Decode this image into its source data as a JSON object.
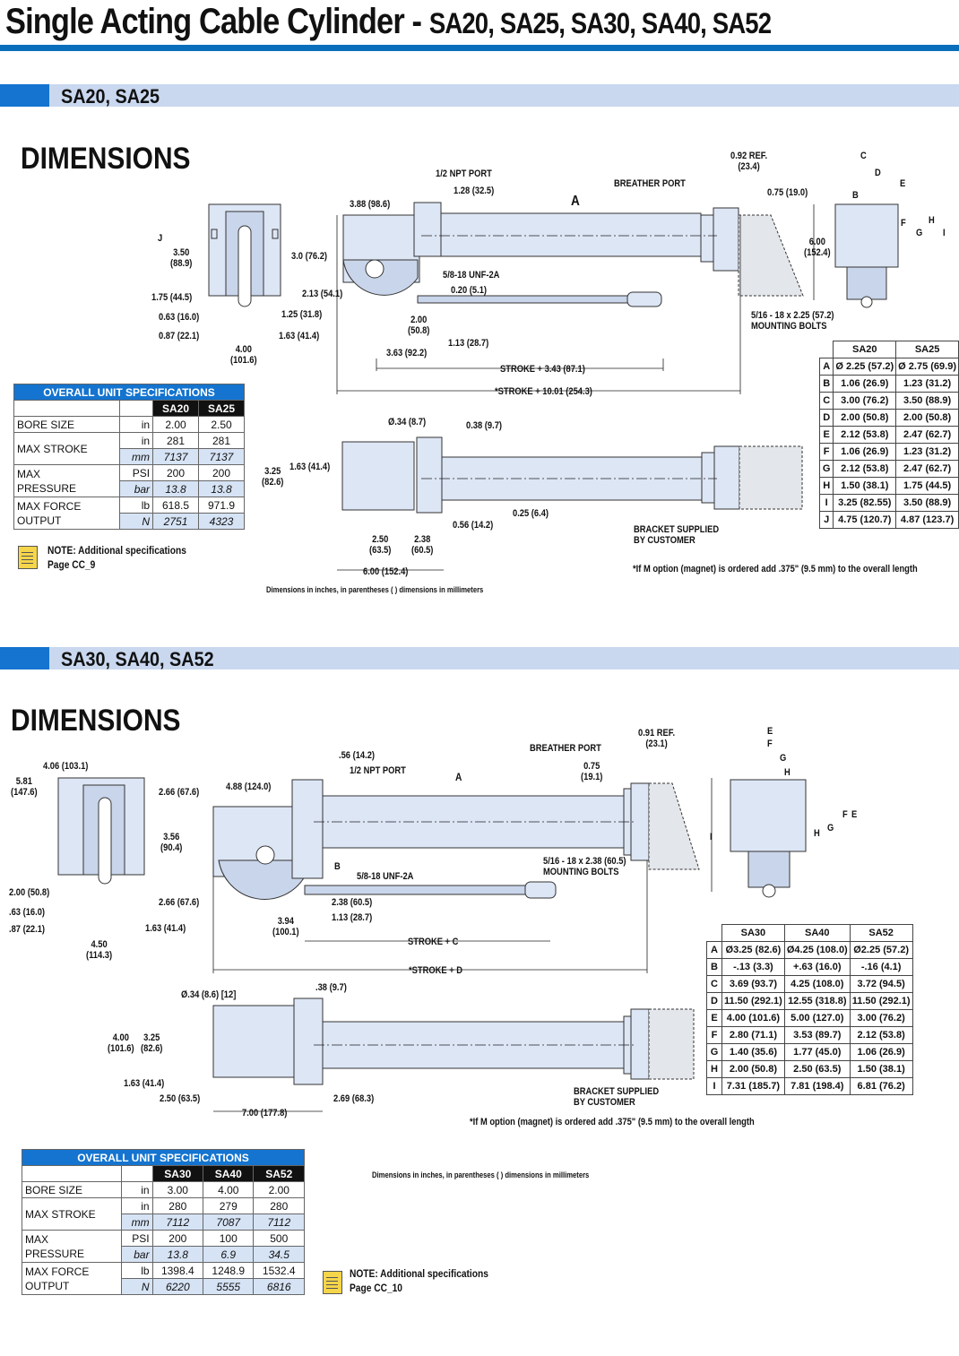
{
  "page": {
    "title_main": "Single Acting Cable Cylinder - ",
    "title_models": "SA20, SA25, SA30, SA40, SA52"
  },
  "sec1": {
    "bar": "SA20, SA25",
    "heading": "DIMENSIONS",
    "labels": {
      "npt": "1/2 NPT PORT",
      "npt_dim": "1.28 (32.5)",
      "a": "A",
      "breather": "BREATHER PORT",
      "ref": "0.92 REF.",
      "ref_mm": "(23.4)",
      "b075": "0.75 (19.0)",
      "c": "C",
      "d": "D",
      "e": "E",
      "b": "B",
      "f": "F",
      "g": "G",
      "h": "H",
      "i": "I",
      "j": "J",
      "d388": "3.88 (98.6)",
      "d30": "3.0 (76.2)",
      "d350": "3.50",
      "d350mm": "(88.9)",
      "d600": "6.00",
      "d600mm": "(152.4)",
      "unf": "5/8-18 UNF-2A",
      "d020": "0.20 (5.1)",
      "d213": "2.13 (54.1)",
      "d125": "1.25 (31.8)",
      "d175": "1.75 (44.5)",
      "d063": "0.63 (16.0)",
      "d087": "0.87 (22.1)",
      "d163": "1.63 (41.4)",
      "d400": "4.00",
      "d400mm": "(101.6)",
      "d200": "2.00",
      "d200mm": "(50.8)",
      "d113": "1.13 (28.7)",
      "d363": "3.63 (92.2)",
      "mb1": "5/16 - 18 x 2.25 (57.2)",
      "mb2": "MOUNTING BOLTS",
      "stroke1": "STROKE + 3.43 (87.1)",
      "stroke2": "*STROKE + 10.01 (254.3)",
      "dia": "Ø.34 (8.7)",
      "d038": "0.38 (9.7)",
      "d163b": "1.63 (41.4)",
      "d325": "3.25",
      "d325mm": "(82.6)",
      "d025": "0.25 (6.4)",
      "d056": "0.56 (14.2)",
      "d250": "2.50",
      "d250mm": "(63.5)",
      "d238": "2.38",
      "d238mm": "(60.5)",
      "d600b": "6.00 (152.4)",
      "bracket1": "BRACKET SUPPLIED",
      "bracket2": "BY CUSTOMER",
      "magnet": "*If M option (magnet)  is ordered add .375\" (9.5 mm) to the overall length",
      "units": "Dimensions in inches, in parentheses ( ) dimensions in millimeters"
    },
    "spec": {
      "title": "OVERALL UNIT SPECIFICATIONS",
      "cols": [
        "SA20",
        "SA25"
      ],
      "bore": "BORE SIZE",
      "in": "in",
      "bore_v": [
        "2.00",
        "2.50"
      ],
      "stroke": "MAX STROKE",
      "mm": "mm",
      "stroke_in": [
        "281",
        "281"
      ],
      "stroke_mm": [
        "7137",
        "7137"
      ],
      "press1": "MAX",
      "press2": "PRESSURE",
      "psi": "PSI",
      "bar": "bar",
      "press_psi": [
        "200",
        "200"
      ],
      "press_bar": [
        "13.8",
        "13.8"
      ],
      "force1": "MAX FORCE",
      "force2": "OUTPUT",
      "lb": "lb",
      "N": "N",
      "force_lb": [
        "618.5",
        "971.9"
      ],
      "force_n": [
        "2751",
        "4323"
      ]
    },
    "note1": "NOTE: Additional specifications",
    "note2": "Page CC_9",
    "dimtable": {
      "cols": [
        "SA20",
        "SA25"
      ],
      "rows": [
        {
          "k": "A",
          "v": [
            "Ø 2.25 (57.2)",
            "Ø 2.75 (69.9)"
          ]
        },
        {
          "k": "B",
          "v": [
            "1.06 (26.9)",
            "1.23 (31.2)"
          ]
        },
        {
          "k": "C",
          "v": [
            "3.00 (76.2)",
            "3.50 (88.9)"
          ]
        },
        {
          "k": "D",
          "v": [
            "2.00 (50.8)",
            "2.00 (50.8)"
          ]
        },
        {
          "k": "E",
          "v": [
            "2.12 (53.8)",
            "2.47 (62.7)"
          ]
        },
        {
          "k": "F",
          "v": [
            "1.06 (26.9)",
            "1.23 (31.2)"
          ]
        },
        {
          "k": "G",
          "v": [
            "2.12 (53.8)",
            "2.47 (62.7)"
          ]
        },
        {
          "k": "H",
          "v": [
            "1.50 (38.1)",
            "1.75 (44.5)"
          ]
        },
        {
          "k": "I",
          "v": [
            "3.25 (82.55)",
            "3.50 (88.9)"
          ]
        },
        {
          "k": "J",
          "v": [
            "4.75 (120.7)",
            "4.87 (123.7)"
          ]
        }
      ]
    }
  },
  "sec2": {
    "bar": "SA30, SA40, SA52",
    "heading": "DIMENSIONS",
    "labels": {
      "d406": "4.06 (103.1)",
      "d056": ".56 (14.2)",
      "npt": "1/2 NPT PORT",
      "a": "A",
      "breather": "BREATHER PORT",
      "ref": "0.91 REF.",
      "ref_mm": "(23.1)",
      "d075": "0.75",
      "d075mm": "(19.1)",
      "e": "E",
      "f": "F",
      "g": "G",
      "h": "H",
      "i": "I",
      "d581": "5.81",
      "d581mm": "(147.6)",
      "d266": "2.66 (67.6)",
      "d488": "4.88 (124.0)",
      "d356": "3.56",
      "d356mm": "(90.4)",
      "b": "B",
      "unf": "5/8-18 UNF-2A",
      "mb1": "5/16 - 18 x 2.38 (60.5)",
      "mb2": "MOUNTING BOLTS",
      "d200": "2.00 (50.8)",
      "d063": ".63 (16.0)",
      "d087": ".87 (22.1)",
      "d266b": "2.66 (67.6)",
      "d238": "2.38 (60.5)",
      "d113": "1.13 (28.7)",
      "d163": "1.63 (41.4)",
      "d394": "3.94",
      "d394mm": "(100.1)",
      "d450": "4.50",
      "d450mm": "(114.3)",
      "strokec": "STROKE + C",
      "stroked": "*STROKE + D",
      "dia": "Ø.34 (8.6) [12]",
      "d038": ".38 (9.7)",
      "d400": "4.00",
      "d400mm": "(101.6)",
      "d325": "3.25",
      "d325mm": "(82.6)",
      "d163b": "1.63 (41.4)",
      "d250": "2.50 (63.5)",
      "d269": "2.69 (68.3)",
      "d700": "7.00 (177.8)",
      "bracket1": "BRACKET SUPPLIED",
      "bracket2": "BY CUSTOMER",
      "magnet": "*If M option (magnet)  is ordered add .375\" (9.5 mm) to the overall length",
      "units": "Dimensions in inches, in parentheses ( ) dimensions in millimeters"
    },
    "dimtable": {
      "cols": [
        "SA30",
        "SA40",
        "SA52"
      ],
      "rows": [
        {
          "k": "A",
          "v": [
            "Ø3.25 (82.6)",
            "Ø4.25 (108.0)",
            "Ø2.25 (57.2)"
          ]
        },
        {
          "k": "B",
          "v": [
            "-.13 (3.3)",
            "+.63 (16.0)",
            "-.16 (4.1)"
          ]
        },
        {
          "k": "C",
          "v": [
            "3.69 (93.7)",
            "4.25 (108.0)",
            "3.72 (94.5)"
          ]
        },
        {
          "k": "D",
          "v": [
            "11.50 (292.1)",
            "12.55 (318.8)",
            "11.50 (292.1)"
          ]
        },
        {
          "k": "E",
          "v": [
            "4.00 (101.6)",
            "5.00 (127.0)",
            "3.00 (76.2)"
          ]
        },
        {
          "k": "F",
          "v": [
            "2.80 (71.1)",
            "3.53 (89.7)",
            "2.12 (53.8)"
          ]
        },
        {
          "k": "G",
          "v": [
            "1.40 (35.6)",
            "1.77 (45.0)",
            "1.06 (26.9)"
          ]
        },
        {
          "k": "H",
          "v": [
            "2.00 (50.8)",
            "2.50 (63.5)",
            "1.50 (38.1)"
          ]
        },
        {
          "k": "I",
          "v": [
            "7.31 (185.7)",
            "7.81 (198.4)",
            "6.81 (76.2)"
          ]
        }
      ]
    },
    "spec": {
      "title": "OVERALL UNIT SPECIFICATIONS",
      "cols": [
        "SA30",
        "SA40",
        "SA52"
      ],
      "bore": "BORE SIZE",
      "in": "in",
      "bore_v": [
        "3.00",
        "4.00",
        "2.00"
      ],
      "stroke": "MAX STROKE",
      "mm": "mm",
      "stroke_in": [
        "280",
        "279",
        "280"
      ],
      "stroke_mm": [
        "7112",
        "7087",
        "7112"
      ],
      "press1": "MAX",
      "press2": "PRESSURE",
      "psi": "PSI",
      "bar": "bar",
      "press_psi": [
        "200",
        "100",
        "500"
      ],
      "press_bar": [
        "13.8",
        "6.9",
        "34.5"
      ],
      "force1": "MAX FORCE",
      "force2": "OUTPUT",
      "lb": "lb",
      "N": "N",
      "force_lb": [
        "1398.4",
        "1248.9",
        "1532.4"
      ],
      "force_n": [
        "6220",
        "5555",
        "6816"
      ]
    },
    "note1": "NOTE: Additional specifications",
    "note2": "Page CC_10"
  },
  "colors": {
    "accent": "#1474cf",
    "bar": "#c9d8ef",
    "part": "#dde6f5",
    "note": "#f5d54a"
  }
}
